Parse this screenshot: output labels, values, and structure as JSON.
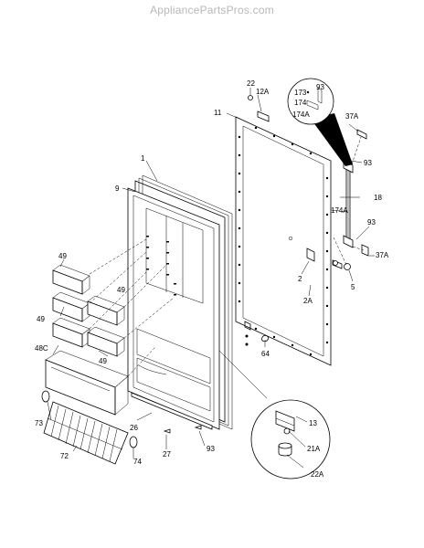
{
  "watermark": "AppliancePartsPros.com",
  "labels": {
    "l22": "22",
    "l12A": "12A",
    "l173": "173",
    "l93a": "93",
    "l174": "174",
    "l174A_top": "174A",
    "l37A_top": "37A",
    "l11": "11",
    "l93b": "93",
    "l1": "1",
    "l9": "9",
    "l18": "18",
    "l174A": "174A",
    "l93c": "93",
    "l37A": "37A",
    "l49a": "49",
    "l2": "2",
    "l49b": "49",
    "l5": "5",
    "l2A": "2A",
    "l49c": "49",
    "l64": "64",
    "l48C": "48C",
    "l49d": "49",
    "l13": "13",
    "l73": "73",
    "l26": "26",
    "l21A": "21A",
    "l93d": "93",
    "l74": "74",
    "l27": "27",
    "l72": "72",
    "l22A": "22A"
  }
}
